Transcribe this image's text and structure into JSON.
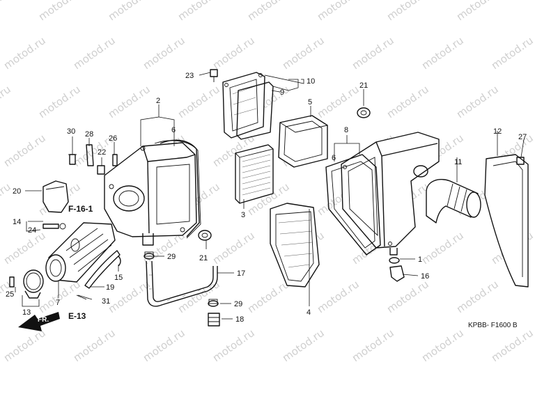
{
  "watermark": "motod.ru",
  "diagram_code": "KPBB- F1600 B",
  "ref_labels": [
    "F-16-1",
    "E-13"
  ],
  "direction_label": "FR.",
  "callouts": {
    "c1": "1",
    "c2": "2",
    "c3": "3",
    "c4": "4",
    "c5": "5",
    "c6a": "6",
    "c6b": "6",
    "c7": "7",
    "c8": "8",
    "c9": "9",
    "c10": "10",
    "c11": "11",
    "c12": "12",
    "c13": "13",
    "c14": "14",
    "c15": "15",
    "c16": "16",
    "c17": "17",
    "c18": "18",
    "c19": "19",
    "c20": "20",
    "c21a": "21",
    "c21b": "21",
    "c22": "22",
    "c23": "23",
    "c24": "24",
    "c25": "25",
    "c26": "26",
    "c27": "27",
    "c28": "28",
    "c29a": "29",
    "c29b": "29",
    "c30": "30",
    "c31": "31"
  }
}
